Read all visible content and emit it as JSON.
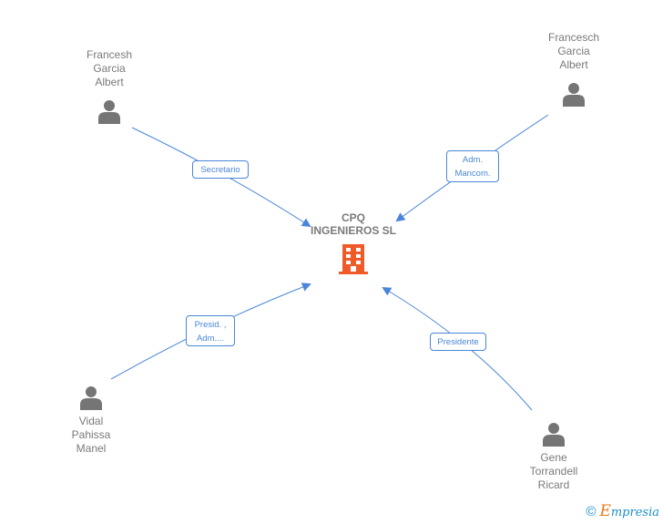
{
  "company": {
    "name": "CPQ\nINGENIEROS SL",
    "icon": "building-icon",
    "color": "#f05a28"
  },
  "people": [
    {
      "id": "p1",
      "name": "Francesh\nGarcia\nAlbert",
      "icon": "person-icon"
    },
    {
      "id": "p2",
      "name": "Francesch\nGarcia\nAlbert",
      "icon": "person-icon"
    },
    {
      "id": "p3",
      "name": "Vidal\nPahissa\nManel",
      "icon": "person-icon"
    },
    {
      "id": "p4",
      "name": "Gene\nTorrandell\nRicard",
      "icon": "person-icon"
    }
  ],
  "relations": [
    {
      "from": "p1",
      "to": "company",
      "label": "Secretario"
    },
    {
      "from": "p2",
      "to": "company",
      "label": "Adm.\nMancom."
    },
    {
      "from": "p3",
      "to": "company",
      "label": "Presid. ,\nAdm...."
    },
    {
      "from": "p4",
      "to": "company",
      "label": "Presidente"
    }
  ],
  "colors": {
    "edge": "#4a86d8",
    "person": "#757575",
    "text": "#7a7a7a"
  },
  "footer": {
    "copyright_symbol": "©",
    "brand_first": "E",
    "brand_rest": "mpresia"
  }
}
